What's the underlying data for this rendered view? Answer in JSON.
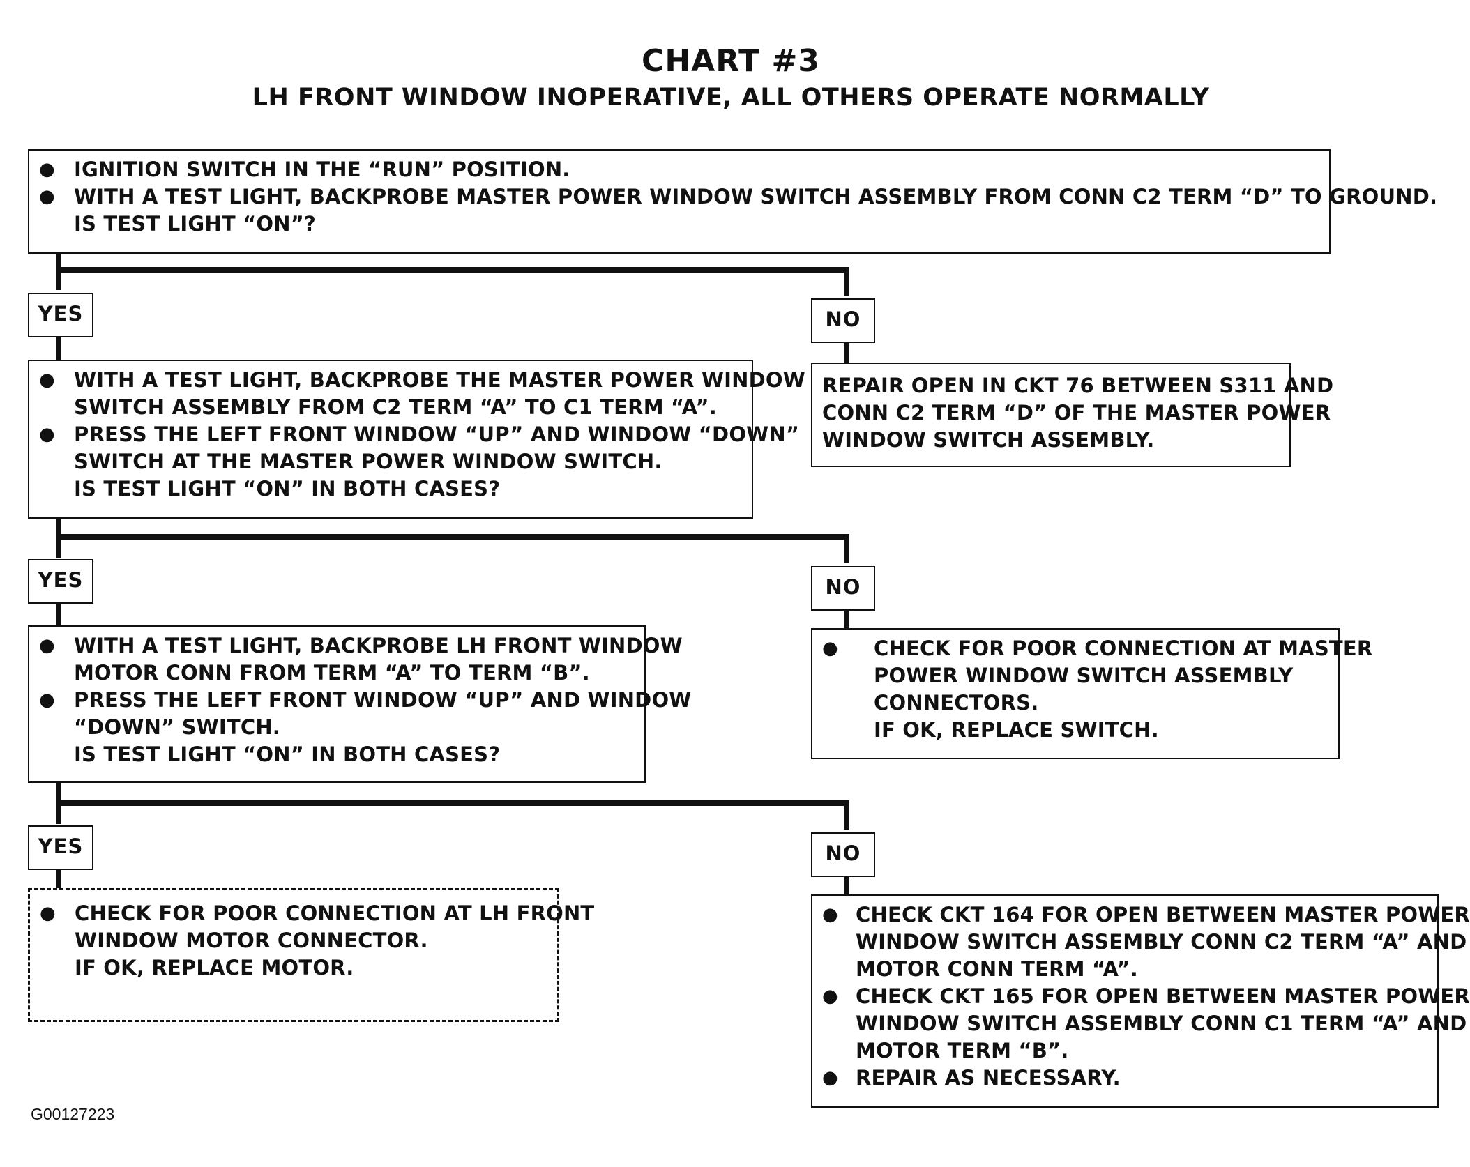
{
  "chart": {
    "title": "CHART #3",
    "subtitle": "LH FRONT WINDOW INOPERATIVE, ALL OTHERS OPERATE NORMALLY"
  },
  "steps": {
    "step1": {
      "lines": [
        "IGNITION SWITCH IN THE “RUN” POSITION.",
        "WITH A TEST LIGHT, BACKPROBE MASTER POWER WINDOW SWITCH ASSEMBLY FROM CONN C2 TERM “D” TO GROUND.",
        "IS TEST LIGHT “ON”?"
      ]
    },
    "step2": {
      "lines": [
        "WITH A TEST LIGHT, BACKPROBE THE MASTER POWER WINDOW",
        "SWITCH ASSEMBLY FROM C2 TERM “A” TO C1 TERM “A”.",
        "PRESS THE LEFT FRONT WINDOW “UP” AND WINDOW “DOWN”",
        "SWITCH AT THE MASTER POWER WINDOW SWITCH.",
        "IS TEST LIGHT “ON” IN BOTH CASES?"
      ]
    },
    "step3": {
      "lines": [
        "WITH A TEST LIGHT, BACKPROBE LH FRONT WINDOW",
        "MOTOR CONN FROM TERM “A” TO TERM “B”.",
        "PRESS THE LEFT FRONT WINDOW “UP” AND WINDOW",
        "“DOWN” SWITCH.",
        "IS TEST LIGHT “ON” IN BOTH CASES?"
      ]
    },
    "yes_final": {
      "lines": [
        "CHECK FOR POOR CONNECTION AT LH FRONT",
        "WINDOW MOTOR CONNECTOR.",
        "IF OK, REPLACE MOTOR."
      ]
    },
    "no1": {
      "lines": [
        "REPAIR OPEN IN CKT 76 BETWEEN S311 AND",
        "CONN C2 TERM “D” OF THE MASTER POWER",
        "WINDOW SWITCH ASSEMBLY."
      ]
    },
    "no2": {
      "lines": [
        "CHECK FOR POOR CONNECTION AT MASTER",
        "POWER WINDOW SWITCH ASSEMBLY",
        "CONNECTORS.",
        "IF OK, REPLACE SWITCH."
      ]
    },
    "no3": {
      "lines": [
        "CHECK CKT 164 FOR OPEN BETWEEN MASTER POWER",
        "WINDOW SWITCH ASSEMBLY CONN C2 TERM “A” AND",
        "MOTOR CONN TERM “A”.",
        "CHECK CKT 165 FOR OPEN BETWEEN MASTER POWER",
        "WINDOW SWITCH ASSEMBLY CONN C1 TERM “A” AND",
        "MOTOR TERM “B”.",
        "REPAIR AS NECESSARY."
      ]
    }
  },
  "labels": {
    "yes": "YES",
    "no": "NO"
  },
  "figure_id": "G00127223"
}
